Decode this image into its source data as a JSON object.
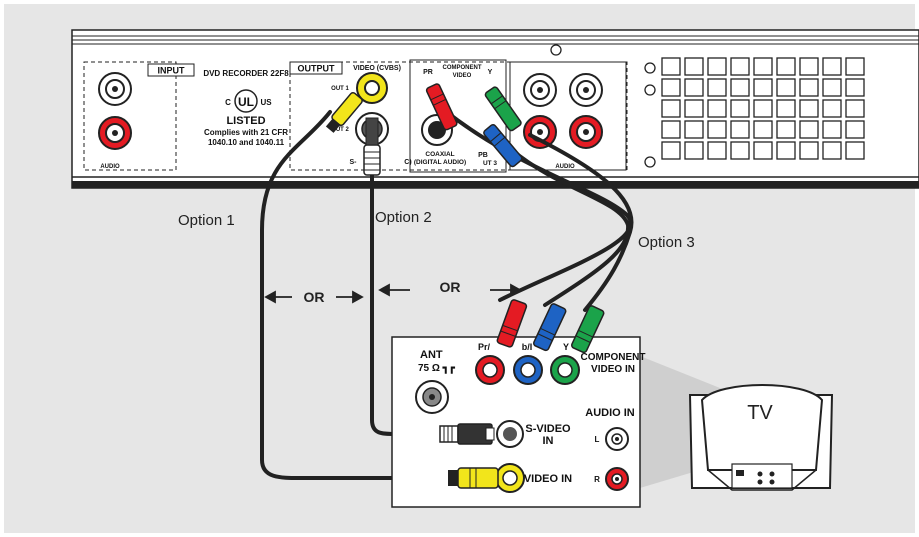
{
  "diagram": {
    "recorder": {
      "input_label": "INPUT",
      "audio_label_left": "AUDIO",
      "model_label": "DVD RECORDER 22F8",
      "ul_c": "C",
      "ul_us": "US",
      "ul_listed": "LISTED",
      "compliance_line1": "Complies with 21 CFR",
      "compliance_line2": "1040.10 and 1040.11",
      "output_label": "OUTPUT",
      "video_cvbs_label": "VIDEO (CVBS)",
      "out1_label": "OUT 1",
      "out2_label": "OUT 2",
      "svideo_label": "S-",
      "svideo_c_label": "C)",
      "component_label": "COMPONENT",
      "video_label": "VIDEO",
      "pr_label": "PR",
      "y_label": "Y",
      "pb_label": "PB",
      "out3_label": "UT 3",
      "coaxial_label": "COAXIAL",
      "digital_audio_label": "(DIGITAL AUDIO)",
      "audio_label_right": "AUDIO"
    },
    "options": {
      "option1": "Option 1",
      "option2": "Option 2",
      "option3": "Option 3",
      "or_left": "OR",
      "or_right": "OR"
    },
    "tv_panel": {
      "ant_label": "ANT",
      "ant_ohm": "75 Ω ┓┏",
      "component_label": "COMPONENT",
      "video_in_label": "VIDEO IN",
      "pr_label": "Pr/",
      "pb_label": "b/I",
      "y_label": "Y",
      "svideo_label": "S-VIDEO",
      "svideo_in": "IN",
      "audio_in_label": "AUDIO IN",
      "l_label": "L",
      "r_label": "R",
      "video_in": "VIDEO IN"
    },
    "tv": {
      "label": "TV"
    },
    "colors": {
      "yellow": "#f2e51b",
      "red": "#e41b23",
      "green": "#1ba34a",
      "blue": "#1e63c4",
      "panel_bg": "#e6e6e6"
    }
  }
}
